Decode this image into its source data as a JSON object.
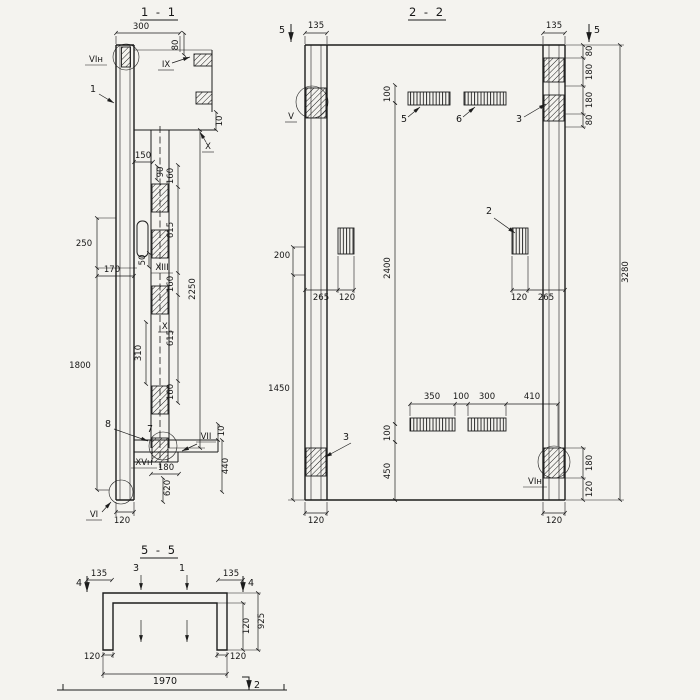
{
  "background": "#f4f3ef",
  "s11": {
    "title": "1 - 1",
    "label_vin_top": "VIн",
    "label_ix": "IX",
    "label_x": "X",
    "label_xiii": "XIII",
    "label_xi": "XI",
    "label_vii": "VII",
    "label_xvn": "XVн",
    "label_vi": "VI",
    "part_1": "1",
    "part_8": "8",
    "part_7": "7",
    "dim_300": "300",
    "dim_80": "80",
    "dim_10_top": "10",
    "dim_150": "150",
    "dim_90": "90",
    "dim_160_a": "160",
    "dim_615_a": "615",
    "dim_160_b": "160",
    "dim_615_b": "615",
    "dim_160_c": "160",
    "dim_2250": "2250",
    "dim_250": "250",
    "dim_1800": "1800",
    "dim_170": "170",
    "dim_50": "50",
    "dim_310": "310",
    "dim_10_bot": "10",
    "dim_180": "180",
    "dim_620": "620",
    "dim_440": "440",
    "dim_120": "120"
  },
  "s22": {
    "title": "2 - 2",
    "cut_5": "5",
    "label_v": "V",
    "label_vin_bot": "VIн",
    "part_5": "5",
    "part_6": "6",
    "part_3_top": "3",
    "part_2": "2",
    "part_3_bot": "3",
    "dim_135_l": "135",
    "dim_135_r": "135",
    "dim_80_a": "80",
    "dim_180_a": "180",
    "dim_180_b": "180",
    "dim_80_b": "80",
    "dim_3280": "3280",
    "dim_100_top": "100",
    "dim_2400": "2400",
    "dim_100_bot": "100",
    "dim_450": "450",
    "dim_200": "200",
    "dim_1450": "1450",
    "dim_265_l": "265",
    "dim_120_l": "120",
    "dim_120_r": "120",
    "dim_265_r": "265",
    "dim_350": "350",
    "dim_100_c": "100",
    "dim_300": "300",
    "dim_410": "410",
    "dim_180_c": "180",
    "dim_120_c": "120",
    "dim_120_bl": "120",
    "dim_120_br": "120"
  },
  "s55": {
    "title": "5 - 5",
    "cut_4": "4",
    "cut_2": "2",
    "part_3": "3",
    "part_1": "1",
    "dim_135_l": "135",
    "dim_135_r": "135",
    "dim_120_side": "120",
    "dim_925": "925",
    "dim_120_bl": "120",
    "dim_120_br": "120",
    "dim_1970": "1970"
  }
}
